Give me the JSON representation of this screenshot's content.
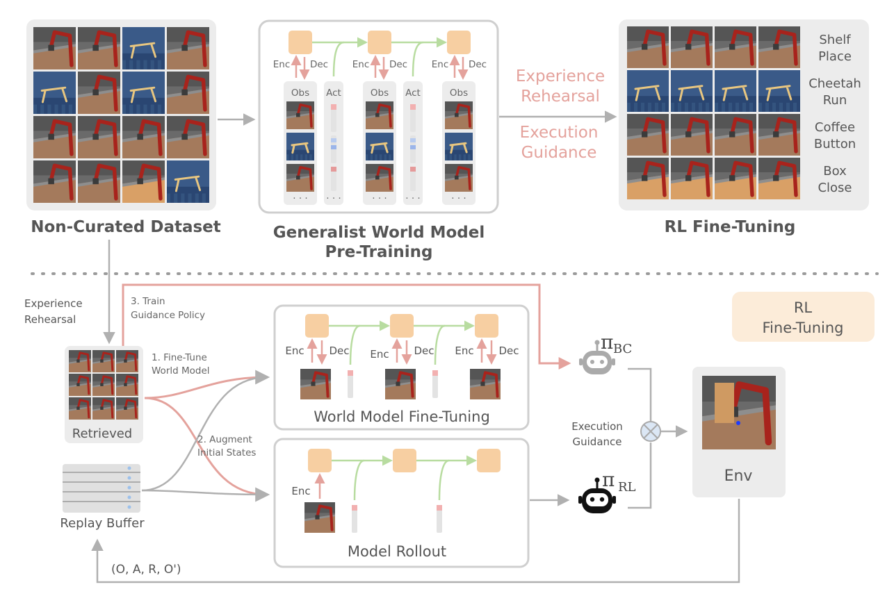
{
  "top": {
    "dataset_label": "Non-Curated Dataset",
    "pretrain_label_line1": "Generalist World Model",
    "pretrain_label_line2": "Pre-Training",
    "finetune_label": "RL Fine-Tuning",
    "experience_rehearsal_line1": "Experience",
    "experience_rehearsal_line2": "Rehearsal",
    "execution_guidance_line1": "Execution",
    "execution_guidance_line2": "Guidance",
    "enc": "Enc",
    "dec": "Dec",
    "obs": "Obs",
    "act": "Act",
    "dots": "· · ·",
    "tasks": [
      {
        "line1": "Shelf",
        "line2": "Place"
      },
      {
        "line1": "Cheetah",
        "line2": "Run"
      },
      {
        "line1": "Coffee",
        "line2": "Button"
      },
      {
        "line1": "Box",
        "line2": "Close"
      }
    ]
  },
  "bottom": {
    "experience_rehearsal_line1": "Experience",
    "experience_rehearsal_line2": "Rehearsal",
    "retrieved": "Retrieved",
    "replay_buffer": "Replay Buffer",
    "train_guidance_line1": "3. Train",
    "train_guidance_line2": "Guidance Policy",
    "finetune_wm_line1": "1. Fine-Tune",
    "finetune_wm_line2": "World Model",
    "augment_line1": "2. Augment",
    "augment_line2": "Initial States",
    "wm_finetuning": "World Model Fine-Tuning",
    "model_rollout": "Model Rollout",
    "rl_badge_line1": "RL",
    "rl_badge_line2": "Fine-Tuning",
    "pi": "π",
    "pi_bc_sub": "BC",
    "pi_rl_sub": "RL",
    "execution_guidance_line1": "Execution",
    "execution_guidance_line2": "Guidance",
    "env": "Env",
    "transition": "(O, A, R, O')",
    "enc": "Enc",
    "dec": "Dec"
  },
  "colors": {
    "panel_gray": "#ececec",
    "latent_orange": "#f7cfa2",
    "pink_arrow": "#e4a29c",
    "green_arrow": "#b8dca0",
    "gray_arrow": "#b0b0b0",
    "badge_bg": "#fcecd9"
  }
}
